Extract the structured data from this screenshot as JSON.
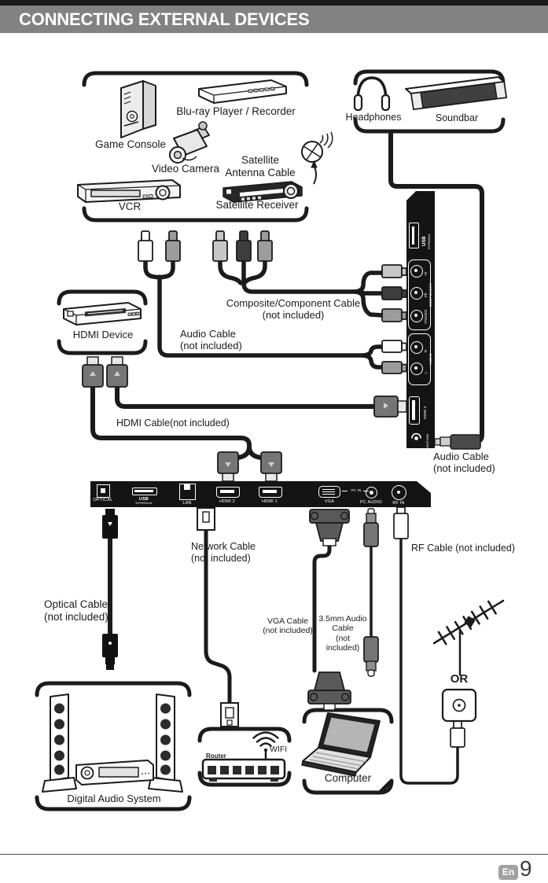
{
  "header": {
    "title": "CONNECTING EXTERNAL DEVICES"
  },
  "footer": {
    "lang_badge": "En",
    "page_number": "9"
  },
  "labels": {
    "game_console": "Game Console",
    "bluray": "Blu-ray Player / Recorder",
    "video_camera": "Video Camera",
    "satellite_antenna_l1": "Satellite",
    "satellite_antenna_l2": "Antenna Cable",
    "vcr": "VCR",
    "satellite_receiver": "Satellite Receiver",
    "headphones": "Headphones",
    "soundbar": "Soundbar",
    "hdmi_device": "HDMI Device",
    "digital_audio_system": "Digital Audio System",
    "router": "Router",
    "wifi": "WIFI",
    "computer": "Computer",
    "or": "OR"
  },
  "cables": {
    "composite_l1": "Composite/Component Cable",
    "composite_l2": "(not included)",
    "audio_l1": "Audio Cable",
    "audio_l2": "(not included)",
    "hdmi": "HDMI Cable(not included)",
    "side_audio_l1": "Audio Cable",
    "side_audio_l2": "(not included)",
    "optical_l1": "Optical Cable",
    "optical_l2": "(not included)",
    "network_l1": "Network Cable",
    "network_l2": "(not included)",
    "vga_l1": "VGA Cable",
    "vga_l2": "(not included)",
    "audio35_l1": "3.5mm Audio",
    "audio35_l2": "Cable",
    "audio35_l3": "(not included)",
    "rf": "RF Cable (not included)"
  },
  "side_panel": {
    "usb": "USB",
    "usb_power": "5V⎓500mA",
    "component": "COMPONENT",
    "jack_pr": "Pr",
    "jack_pb": "Pb",
    "jack_y": "Y/VIDEO",
    "audio": "AUDIO",
    "jack_r": "R",
    "jack_l": "L",
    "hdmi3": "HDMI 3",
    "headphone": "HEADPHONE"
  },
  "bottom_panel": {
    "optical": "OPTICAL",
    "usb": "USB",
    "usb_power": "5V⎓500mA",
    "lan": "LAN",
    "hdmi2": "HDMI 2",
    "hdmi1": "HDMI 1",
    "vga": "VGA",
    "pc_in": "PC IN",
    "pc_audio": "PC AUDIO",
    "rf_in": "RF IN"
  }
}
